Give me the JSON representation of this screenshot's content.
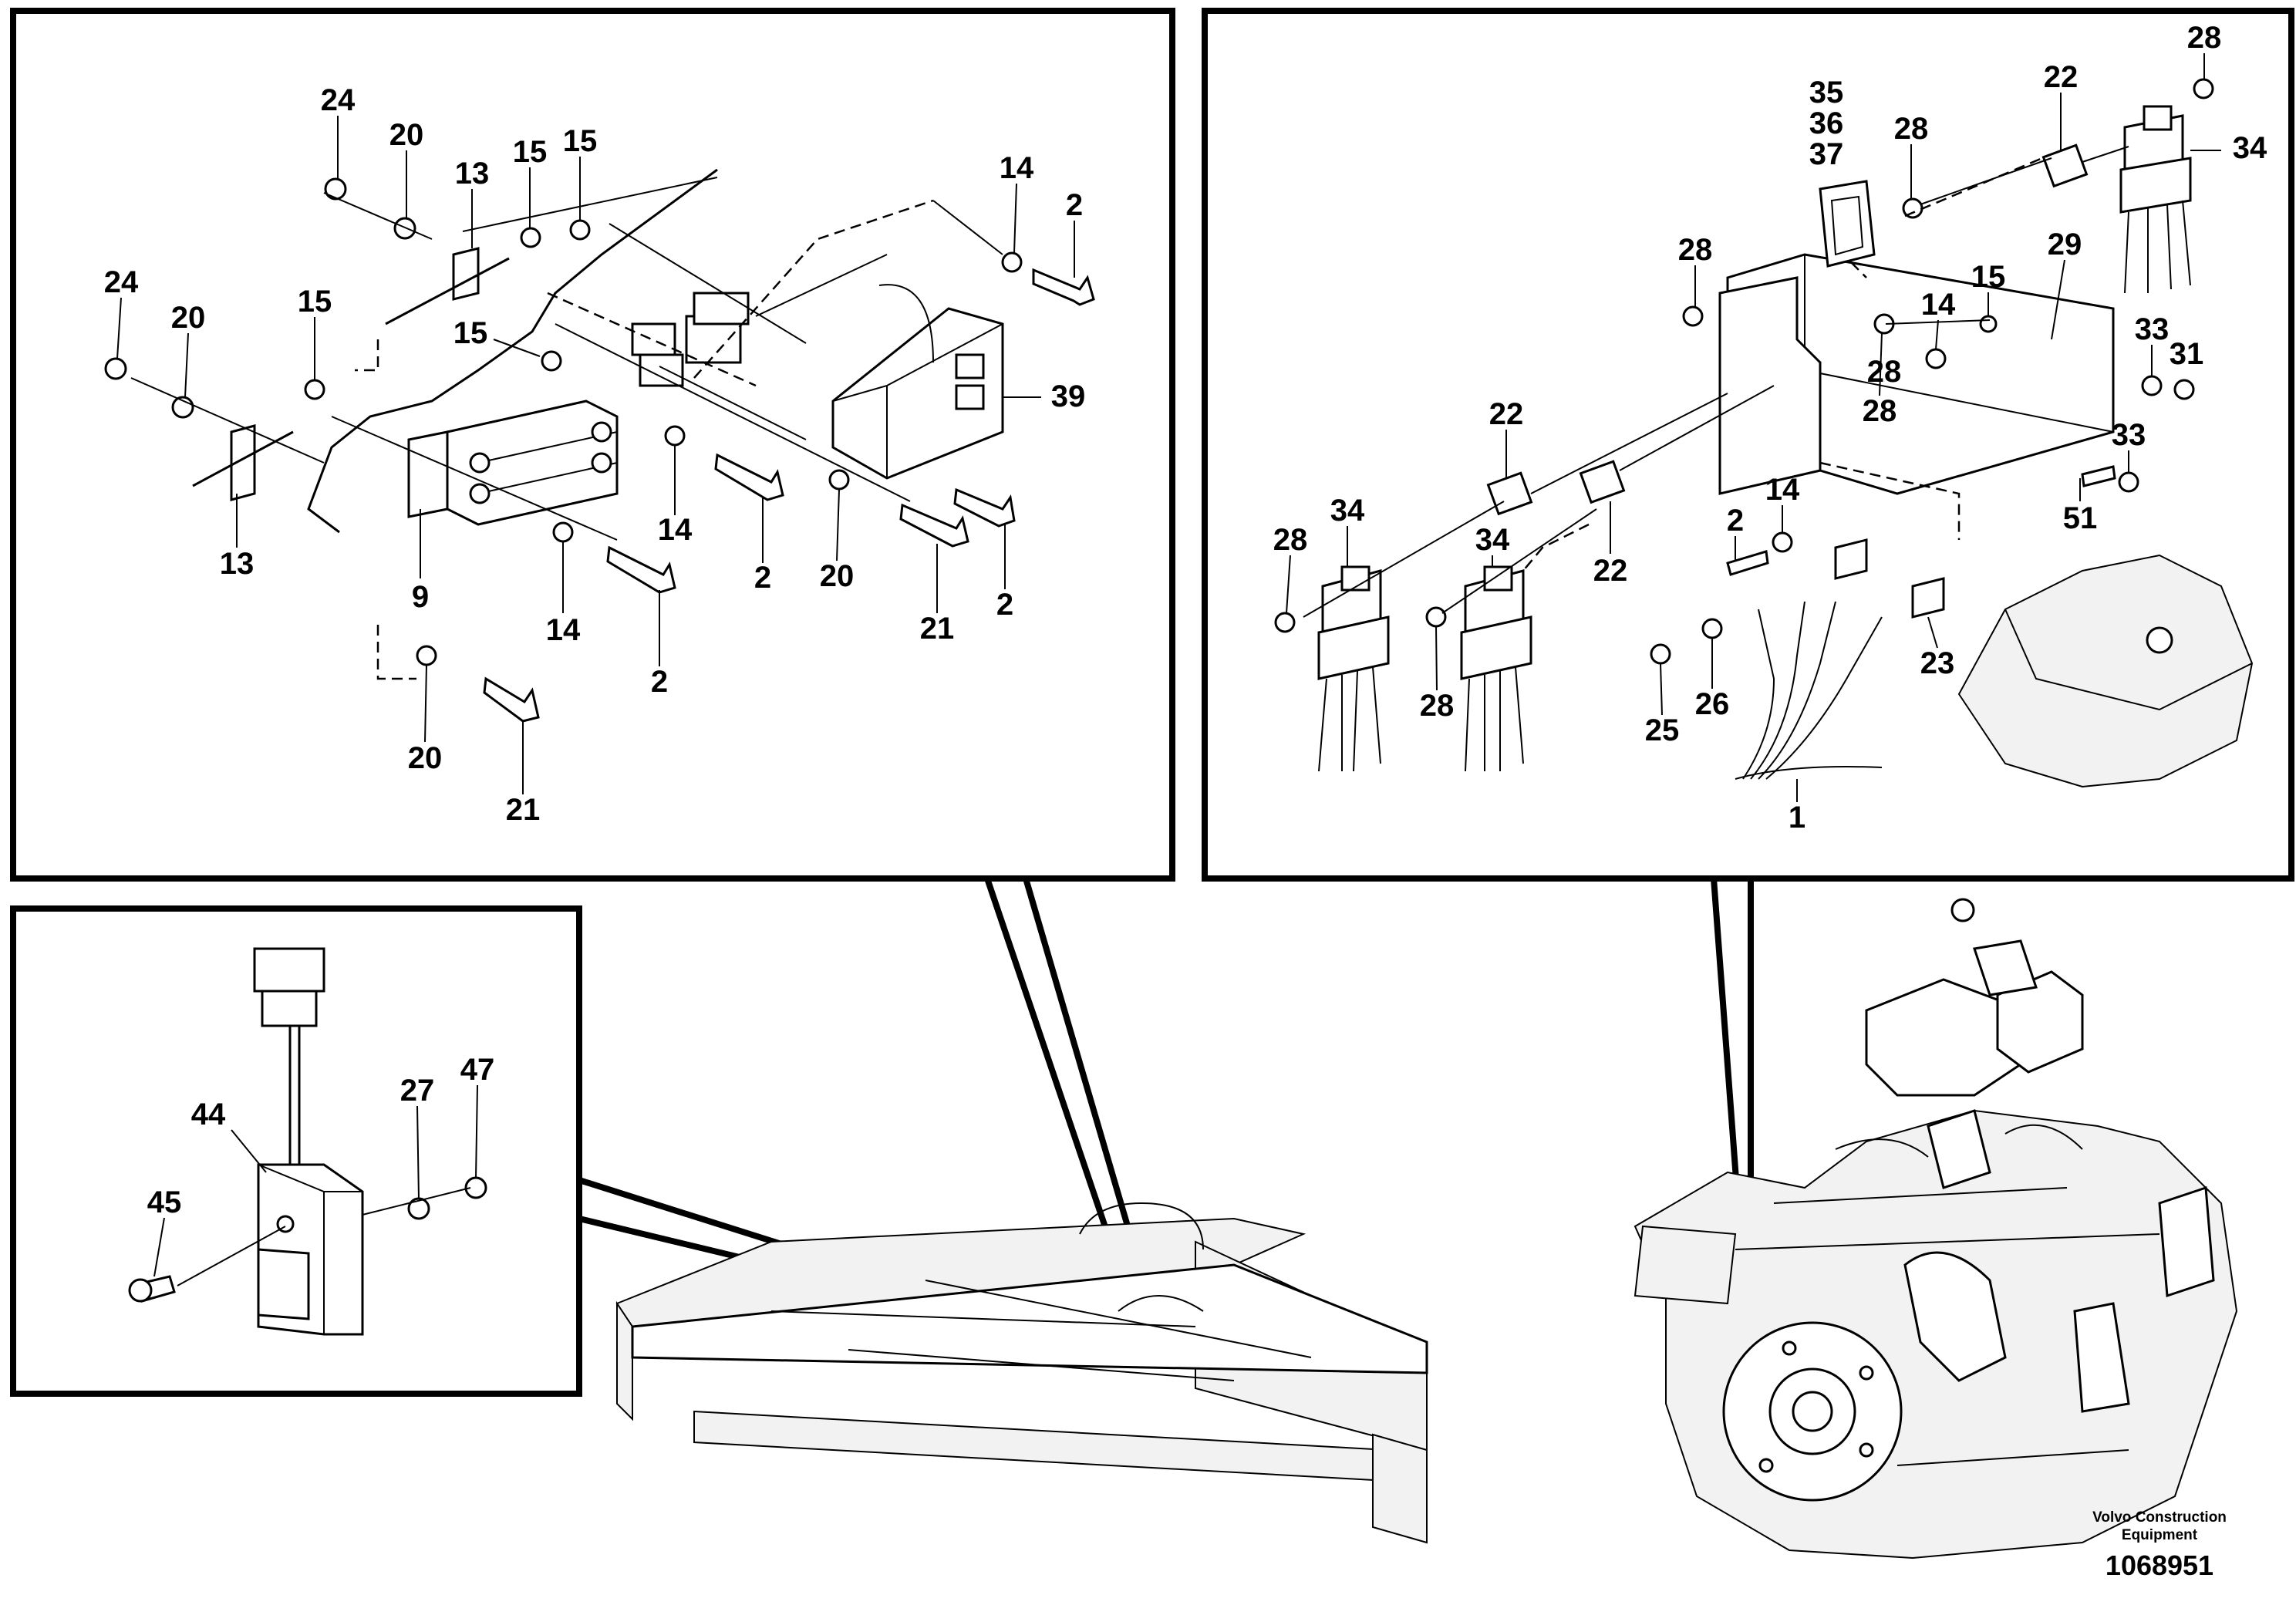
{
  "panels": {
    "upper_left": {
      "callouts": [
        "24",
        "20",
        "13",
        "15",
        "15",
        "14",
        "2",
        "24",
        "20",
        "15",
        "15",
        "13",
        "9",
        "14",
        "2",
        "14",
        "20",
        "2",
        "2",
        "21",
        "20",
        "21",
        "39"
      ]
    },
    "upper_right": {
      "callouts": [
        "35",
        "36",
        "37",
        "28",
        "22",
        "28",
        "34",
        "28",
        "29",
        "14",
        "15",
        "28",
        "33",
        "31",
        "22",
        "33",
        "51",
        "34",
        "28",
        "34",
        "22",
        "28",
        "2",
        "14",
        "23",
        "25",
        "26",
        "1",
        "28"
      ]
    },
    "lower_left": {
      "callouts": [
        "44",
        "27",
        "47",
        "45"
      ]
    }
  },
  "footer": {
    "brand_line1": "Volvo Construction",
    "brand_line2": "Equipment",
    "drawing_number": "1068951"
  }
}
